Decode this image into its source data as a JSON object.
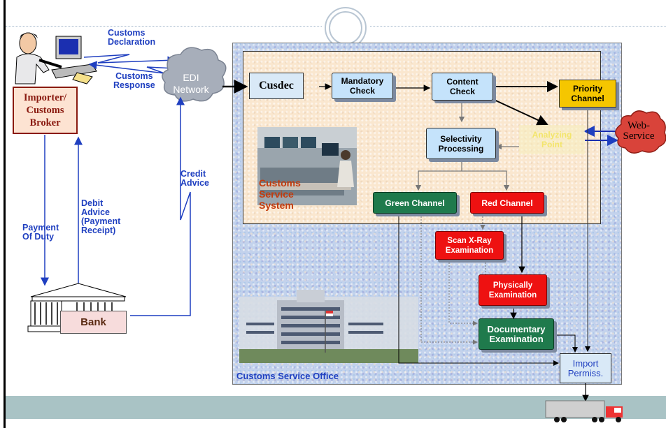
{
  "left": {
    "customs_declaration": "Customs\nDeclaration",
    "customs_response": "Customs\nResponse",
    "importer": "Importer/\nCustoms\nBroker",
    "payment_of_duty": "Payment\nOf Duty",
    "debit_advice": "Debit\nAdvice\n(Payment\nReceipt)",
    "credit_advice": "Credit\nAdvice",
    "bank": "Bank",
    "edi_network": "EDI\nNetwork"
  },
  "flow": {
    "cusdec": "Cusdec",
    "mandatory_check": "Mandatory\nCheck",
    "content_check": "Content\nCheck",
    "priority_channel": "Priority\nChannel",
    "selectivity_processing": "Selectivity\nProcessing",
    "analyzing_point": "Analyzing\nPoint",
    "web_service": "Web-\nService",
    "customs_service_system": "Customs\nService\nSystem",
    "green_channel": "Green Channel",
    "red_channel": "Red Channel",
    "scan_xray": "Scan X-Ray\nExamination",
    "physically_examination": "Physically\nExamination",
    "documentary_examination": "Documentary\nExamination",
    "import_permiss": "Import\nPermiss.",
    "customs_service_office": "Customs Service Office"
  },
  "colors": {
    "label_blue": "#1f3fc0",
    "green_channel": "#1f7a4c",
    "red_channel": "#ee1111",
    "priority": "#f5c600",
    "process_box": "#c5e3fb"
  }
}
